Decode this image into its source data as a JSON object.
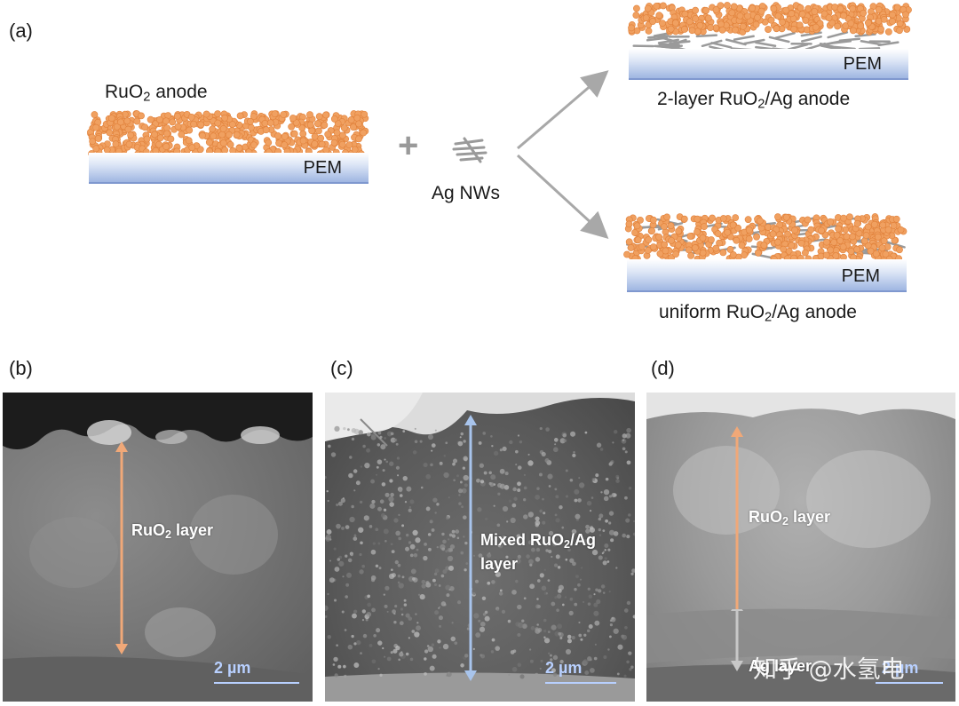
{
  "panels": {
    "a": "(a)",
    "b": "(b)",
    "c": "(c)",
    "d": "(d)"
  },
  "schematic": {
    "ruo2_anode_label": {
      "pre": "RuO",
      "sub": "2",
      "post": " anode"
    },
    "pem_label": "PEM",
    "plus": "+",
    "ag_nws_label": "Ag NWs",
    "two_layer_label": {
      "pre": "2-layer RuO",
      "sub": "2",
      "post": "/Ag anode"
    },
    "uniform_label": {
      "pre": "uniform RuO",
      "sub": "2",
      "post": "/Ag anode"
    }
  },
  "sem": {
    "b": {
      "layer_label": {
        "pre": "RuO",
        "sub": "2",
        "post": " layer"
      },
      "scale": "2 µm"
    },
    "c": {
      "layer_label": {
        "pre": "Mixed RuO",
        "sub": "2",
        "post": "/Ag",
        "line2": "layer"
      },
      "scale": "2 µm"
    },
    "d": {
      "layer_label": {
        "pre": "RuO",
        "sub": "2",
        "post": " layer"
      },
      "scale": "2 µm",
      "ag_label": "Ag layer"
    }
  },
  "watermark": "知乎 @水氢电",
  "colors": {
    "particle": "#f0a060",
    "particle_edge": "#e0803a",
    "wire": "#9a9a9a",
    "arrow_orange": "#f0a878",
    "arrow_blue": "#a8c4ec",
    "arrow_gray": "#b0b0b0"
  }
}
